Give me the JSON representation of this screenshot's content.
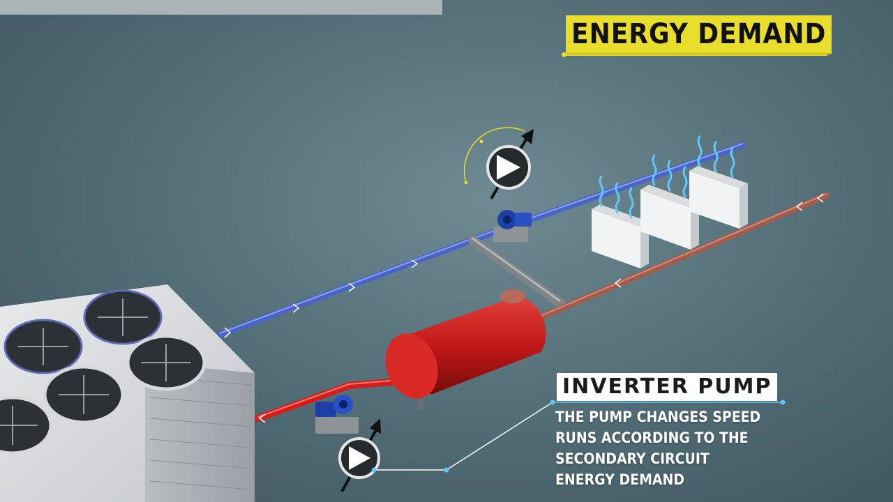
{
  "title": "ENERGY DEMAND",
  "callout": {
    "heading": "INVERTER PUMP",
    "lines": [
      "THE PUMP CHANGES SPEED",
      "RUNS ACCORDING TO THE",
      "SECONDARY CIRCUIT",
      "ENERGY DEMAND"
    ]
  },
  "colors": {
    "supply_pipe": "#4a63c9",
    "return_pipe": "#a55a4a",
    "tank": "#c41c1c",
    "title_bg": "#e8dd2a",
    "heading_bg": "#ffffff"
  },
  "icons": [
    "pump-speed-icon",
    "pump-icon",
    "fan-icon",
    "radiator-icon",
    "heat-wave-icon"
  ]
}
